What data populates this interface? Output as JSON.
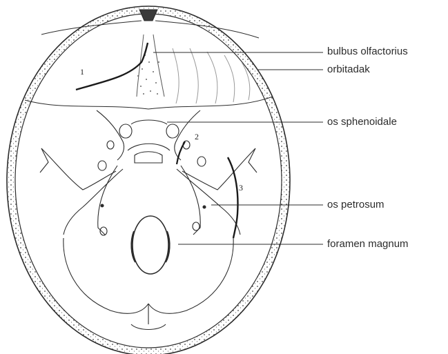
{
  "labels": {
    "bulbus_olfactorius": "bulbus olfactorius",
    "orbitadak": "orbitadak",
    "os_sphenoidale": "os sphenoidale",
    "os_petrosum": "os petrosum",
    "foramen_magnum": "foramen magnum"
  },
  "markers": {
    "m1": "1",
    "m2": "2",
    "m3": "3"
  },
  "colors": {
    "line": "#2b2b2b",
    "bone_fill": "#ffffff",
    "background": "#ffffff"
  }
}
